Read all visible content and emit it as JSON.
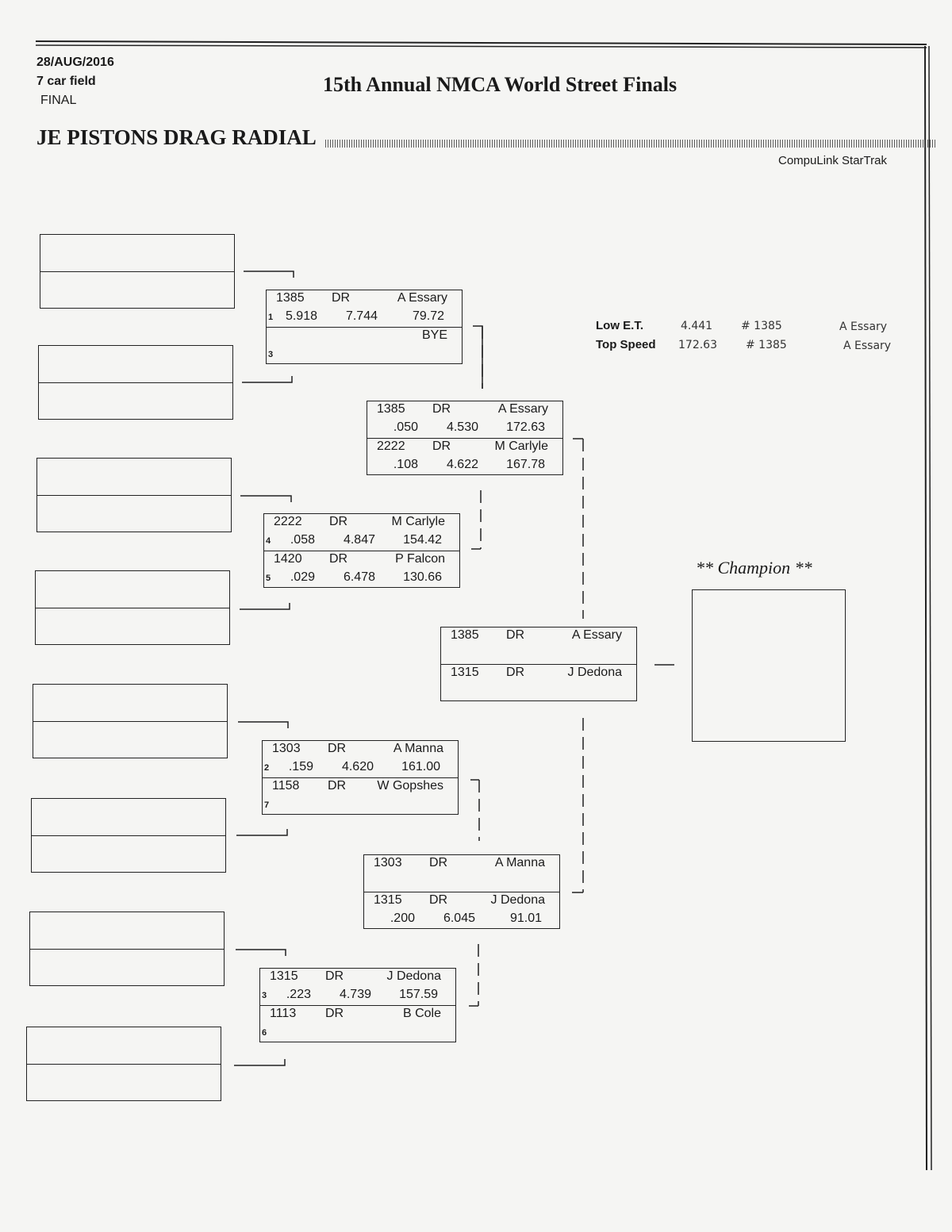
{
  "header": {
    "date": "28/AUG/2016",
    "field": "7 car field",
    "round": "FINAL",
    "title": "15th Annual NMCA World Street Finals",
    "class": "JE PISTONS DRAG RADIAL",
    "system": "CompuLink StarTrak"
  },
  "stats": {
    "low_et_label": "Low   E.T.",
    "low_et_value": "4.441",
    "low_et_car": "# 1385",
    "low_et_driver": "A Essary",
    "top_speed_label": "Top Speed",
    "top_speed_value": "172.63",
    "top_speed_car": "# 1385",
    "top_speed_driver": "A Essary"
  },
  "champion": {
    "label": "** Champion **"
  },
  "round1": [
    {
      "top": {
        "num": "1385",
        "cls": "DR",
        "name": "A Essary",
        "seed": "1",
        "rt": "5.918",
        "et": "7.744",
        "mph": "79.72"
      },
      "bottom": {
        "num": "",
        "cls": "",
        "name": "BYE",
        "seed": "3",
        "rt": "",
        "et": "",
        "mph": ""
      }
    },
    {
      "top": {
        "num": "2222",
        "cls": "DR",
        "name": "M Carlyle",
        "seed": "4",
        "rt": ".058",
        "et": "4.847",
        "mph": "154.42"
      },
      "bottom": {
        "num": "1420",
        "cls": "DR",
        "name": "P Falcon",
        "seed": "5",
        "rt": ".029",
        "et": "6.478",
        "mph": "130.66"
      }
    },
    {
      "top": {
        "num": "1303",
        "cls": "DR",
        "name": "A Manna",
        "seed": "2",
        "rt": ".159",
        "et": "4.620",
        "mph": "161.00"
      },
      "bottom": {
        "num": "1158",
        "cls": "DR",
        "name": "W Gopshes",
        "seed": "7",
        "rt": "",
        "et": "",
        "mph": ""
      }
    },
    {
      "top": {
        "num": "1315",
        "cls": "DR",
        "name": "J Dedona",
        "seed": "3",
        "rt": ".223",
        "et": "4.739",
        "mph": "157.59"
      },
      "bottom": {
        "num": "1113",
        "cls": "DR",
        "name": "B Cole",
        "seed": "6",
        "rt": "",
        "et": "",
        "mph": ""
      }
    }
  ],
  "round2": [
    {
      "top": {
        "num": "1385",
        "cls": "DR",
        "name": "A Essary",
        "seed": "",
        "rt": ".050",
        "et": "4.530",
        "mph": "172.63"
      },
      "bottom": {
        "num": "2222",
        "cls": "DR",
        "name": "M Carlyle",
        "seed": "",
        "rt": ".108",
        "et": "4.622",
        "mph": "167.78"
      }
    },
    {
      "top": {
        "num": "1303",
        "cls": "DR",
        "name": "A Manna",
        "seed": "",
        "rt": "",
        "et": "",
        "mph": ""
      },
      "bottom": {
        "num": "1315",
        "cls": "DR",
        "name": "J Dedona",
        "seed": "",
        "rt": ".200",
        "et": "6.045",
        "mph": "91.01"
      }
    }
  ],
  "final": [
    {
      "top": {
        "num": "1385",
        "cls": "DR",
        "name": "A Essary",
        "seed": "",
        "rt": "",
        "et": "",
        "mph": ""
      },
      "bottom": {
        "num": "1315",
        "cls": "DR",
        "name": "J Dedona",
        "seed": "",
        "rt": "",
        "et": "",
        "mph": ""
      }
    }
  ]
}
